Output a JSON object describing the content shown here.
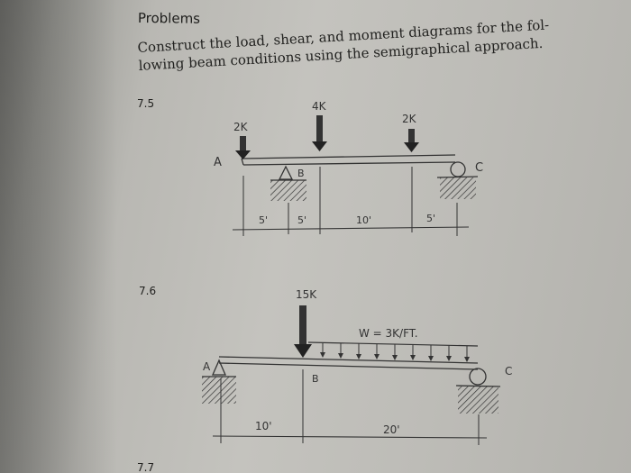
{
  "heading": "Problems",
  "intro": "Construct the load, shear, and moment diagrams for the fol-lowing beam conditions using the semigraphical approach.",
  "problems": [
    {
      "number": "7.5",
      "loads": [
        "2K",
        "4K",
        "2K"
      ],
      "points": [
        "A",
        "B",
        "C"
      ],
      "dimensions": [
        "5'",
        "5'",
        "10'",
        "5'"
      ]
    },
    {
      "number": "7.6",
      "point_load": "15K",
      "distributed_load": "W = 3K/FT.",
      "points": [
        "A",
        "B",
        "C"
      ],
      "dimensions": [
        "10'",
        "20'"
      ]
    },
    {
      "number": "7.7"
    }
  ]
}
